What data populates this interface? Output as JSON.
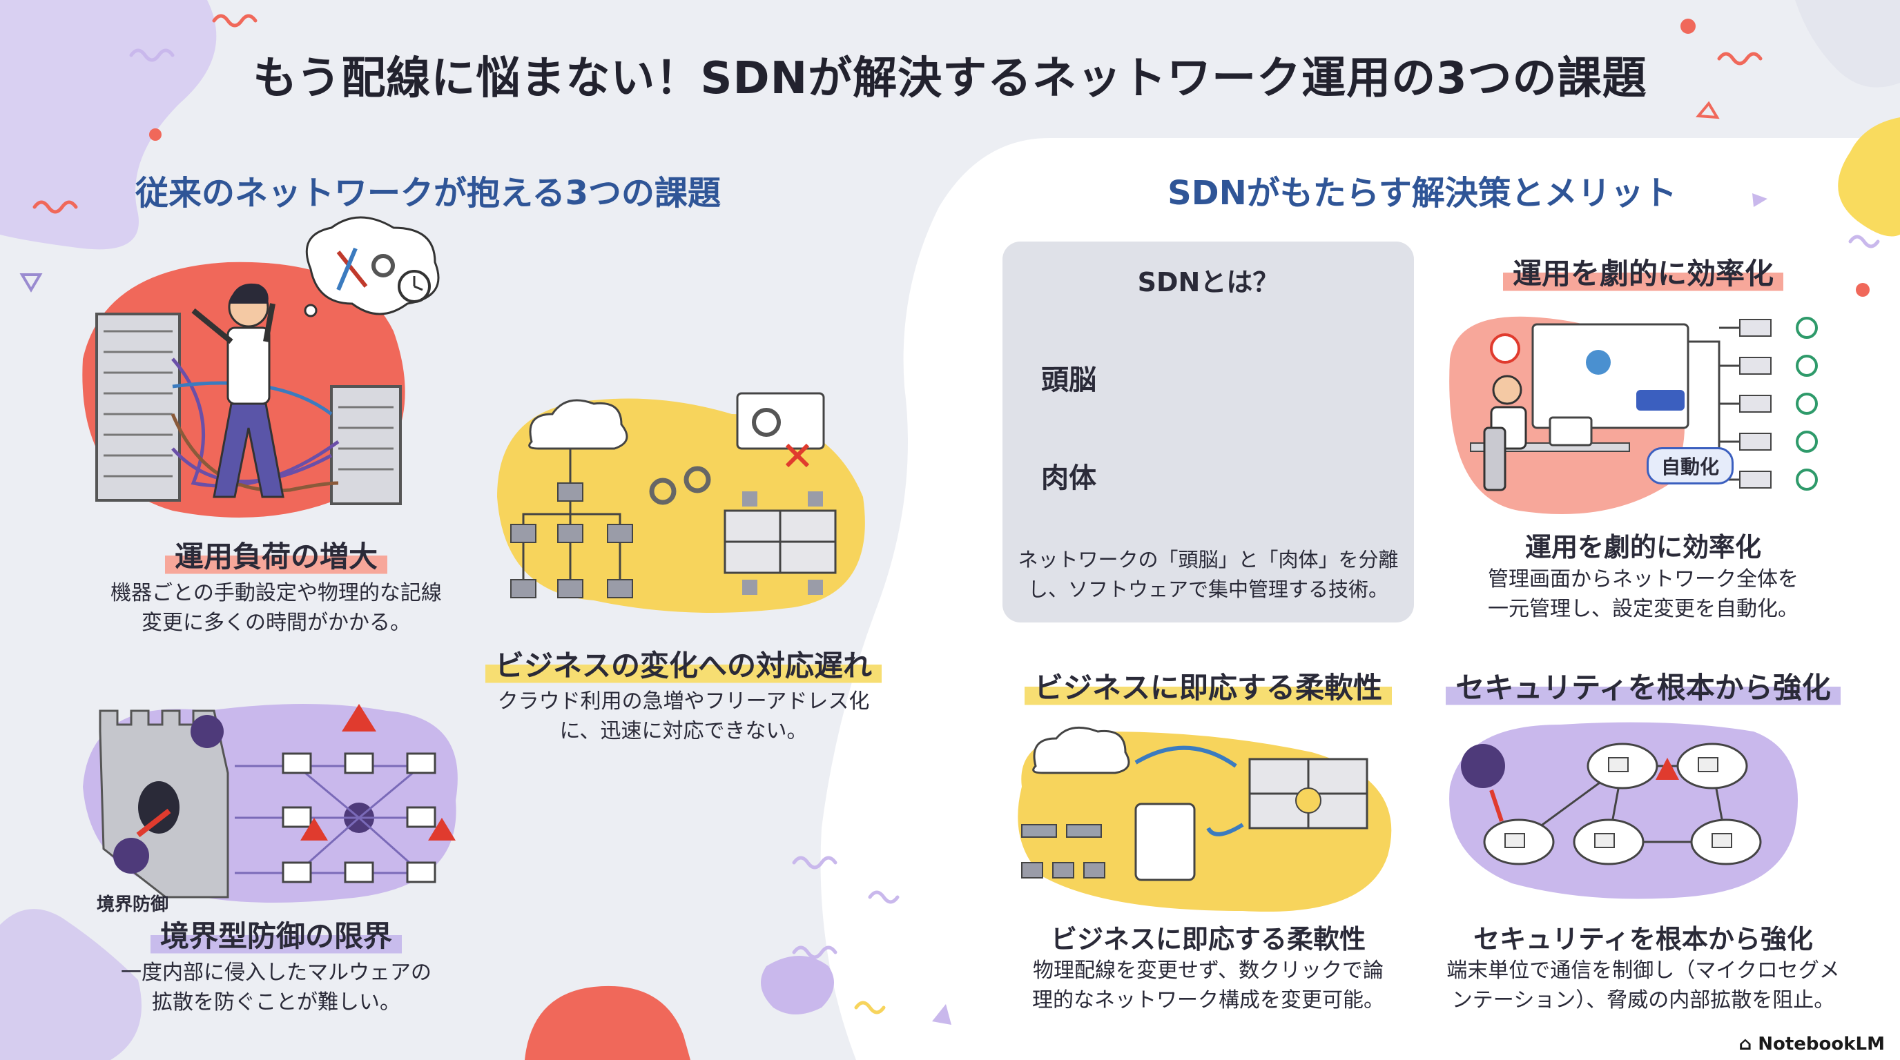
{
  "page": {
    "title": "もう配線に悩まない！SDNが解決するネットワーク運用の3つの課題",
    "brand": "NotebookLM"
  },
  "left_section": {
    "heading": "従来のネットワークが抱える3つの課題",
    "challenges": [
      {
        "title": "運用負荷の増大",
        "description": "機器ごとの手動設定や物理的な記線\n変更に多くの時間がかかる。"
      },
      {
        "title": "ビジネスの変化への対応遅れ",
        "description": "クラウド利用の急増やフリーアドレス化\nに、迅速に対応できない。"
      },
      {
        "title": "境界型防御の限界",
        "description": "一度内部に侵入したマルウェアの\n拡散を防ぐことが難しい。",
        "illustration_label": "境界防御"
      }
    ]
  },
  "right_section": {
    "heading": "SDNがもたらす解決策とメリット",
    "sdn_box": {
      "title": "SDNとは？",
      "brain_label": "頭脳",
      "body_label": "肉体",
      "description": "ネットワークの「頭脳」と「肉体」を分離\nし、ソフトウェアで集中管理する技術。"
    },
    "benefits": [
      {
        "title": "運用を劇的に効率化",
        "subtitle": "運用を劇的に効率化",
        "description": "管理画面からネットワーク全体を\n一元管理し、設定変更を自動化。",
        "badge": "自動化"
      },
      {
        "title": "ビジネスに即応する柔軟性",
        "subtitle": "ビジネスに即応する柔軟性",
        "description": "物理配線を変更せず、数クリックで論\n理的なネットワーク構成を変更可能。"
      },
      {
        "title": "セキュリティを根本から強化",
        "subtitle": "セキュリティを根本から強化",
        "description": "端末単位で通信を制御し（マイクロセグメ\nンテーション）、脅威の内部拡散を阻止。"
      }
    ]
  },
  "icons": [
    "server-rack-icon",
    "worried-engineer-icon",
    "tools-icon",
    "clock-icon",
    "cloud-icon",
    "gear-icon",
    "warning-icon",
    "virus-icon",
    "firewall-wall-icon",
    "laptop-icon",
    "brain-icon",
    "router-icon",
    "switch-icon",
    "checkmark-icon",
    "tablet-icon",
    "monitor-icon",
    "desk-icon"
  ],
  "colors": {
    "title": "#22222e",
    "section_heading": "#2f5597",
    "red_highlight": "#f7a79a",
    "yellow_highlight": "#f7de72",
    "purple_highlight": "#c8bcec",
    "red_blob": "#f0685a",
    "yellow_blob": "#f7d45c",
    "purple_blob": "#c9b8ec"
  }
}
